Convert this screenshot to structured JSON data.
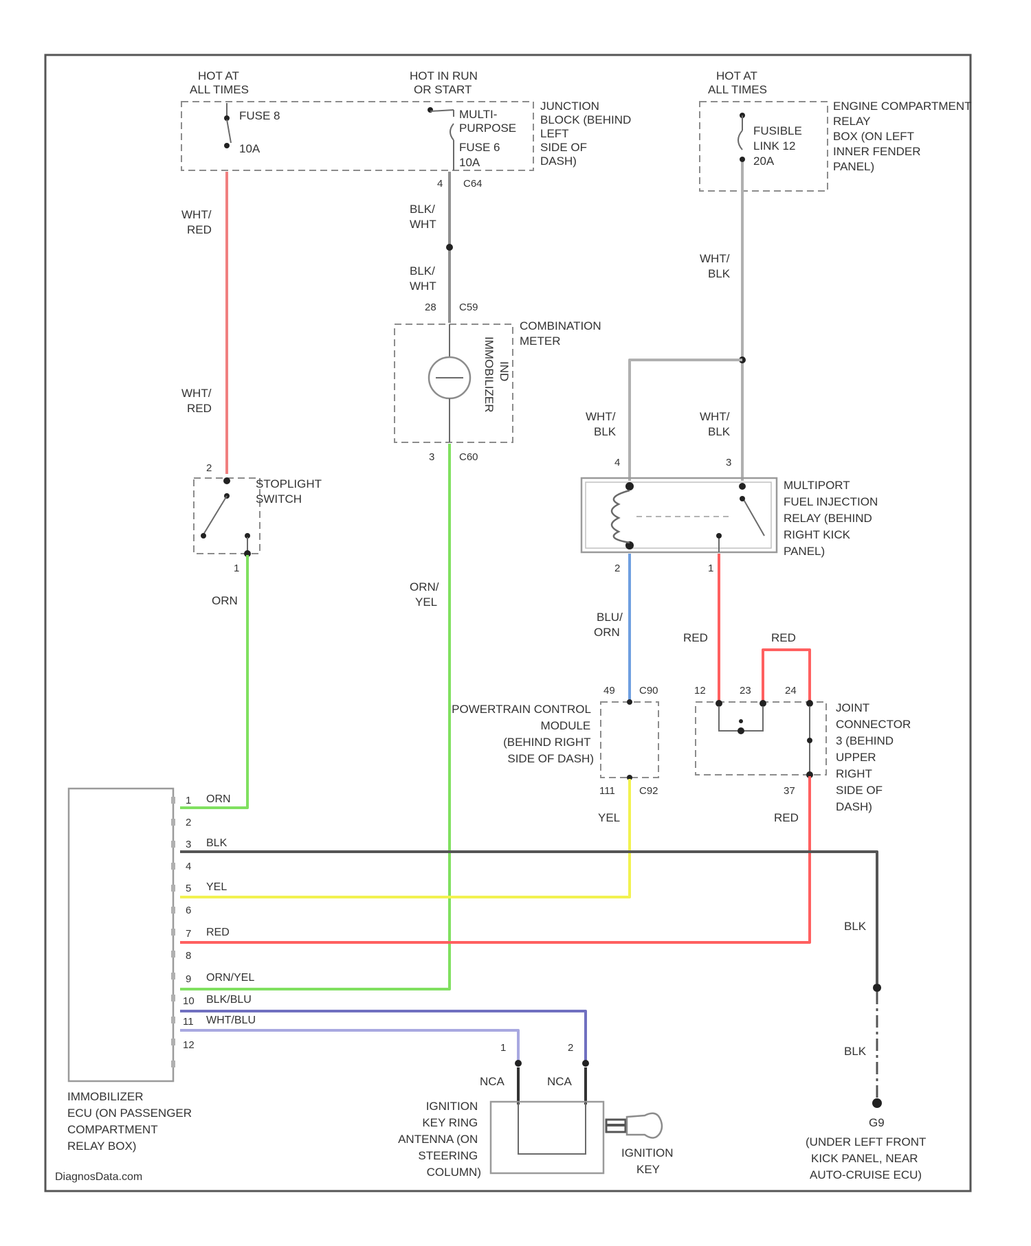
{
  "colors": {
    "red": "#ff6060",
    "pink_red": "#f08080",
    "green": "#80e060",
    "blue": "#6f9fe0",
    "yellow": "#f2f250",
    "black": "#555555",
    "gray": "#b0b0b0",
    "violet": "#7070c0",
    "light_violet": "#a8a8e0"
  },
  "labels": {
    "hot_left": [
      "HOT AT",
      "ALL TIMES"
    ],
    "hot_mid": [
      "HOT IN RUN",
      "OR START"
    ],
    "hot_right": [
      "HOT AT",
      "ALL TIMES"
    ],
    "fuse8": "FUSE 8",
    "fuse8_amp": "10A",
    "multi_purpose": [
      "MULTI-",
      "PURPOSE"
    ],
    "fuse6": "FUSE 6",
    "fuse6_amp": "10A",
    "junction_block": [
      "JUNCTION",
      "BLOCK (BEHIND",
      "LEFT",
      "SIDE OF",
      "DASH)"
    ],
    "c_hot_pin": "4",
    "c_hot_conn": "C64",
    "fusible_link": [
      "FUSIBLE",
      "LINK 12",
      "20A"
    ],
    "engine_relay_box": [
      "ENGINE COMPARTMENT",
      "RELAY",
      "BOX (ON LEFT",
      "INNER FENDER",
      "PANEL)"
    ],
    "wire_wht_red_1": [
      "WHT/",
      "RED"
    ],
    "wire_wht_red_2": [
      "WHT/",
      "RED"
    ],
    "wire_blk_wht_1": [
      "BLK/",
      "WHT"
    ],
    "wire_blk_wht_2": [
      "BLK/",
      "WHT"
    ],
    "wire_wht_blk_1": [
      "WHT/",
      "BLK"
    ],
    "wire_wht_blk_2": [
      "WHT/",
      "BLK"
    ],
    "wire_wht_blk_3": [
      "WHT/",
      "BLK"
    ],
    "meter_pin_top": "28",
    "meter_conn_top": "C59",
    "meter_pin_bot": "3",
    "meter_conn_bot": "C60",
    "combination_meter": [
      "COMBINATION",
      "METER"
    ],
    "immobilizer_ind": [
      "IMMOBILIZER",
      "IND"
    ],
    "stoplight_switch": [
      "STOPLIGHT",
      "SWITCH"
    ],
    "stop_pin_top": "2",
    "stop_pin_bot": "1",
    "wire_orn": "ORN",
    "wire_orn_yel": [
      "ORN/",
      "YEL"
    ],
    "relay_pin4": "4",
    "relay_pin3": "3",
    "relay_pin2": "2",
    "relay_pin1": "1",
    "mfi_relay": [
      "MULTIPORT",
      "FUEL INJECTION",
      "RELAY (BEHIND",
      "RIGHT KICK",
      "PANEL)"
    ],
    "wire_blu_orn": [
      "BLU/",
      "ORN"
    ],
    "wire_red_1": "RED",
    "wire_red_2": "RED",
    "wire_red_3": "RED",
    "pcm_pin_top": "49",
    "pcm_conn_top": "C90",
    "pcm_pin_bot": "111",
    "pcm_conn_bot": "C92",
    "pcm": [
      "POWERTRAIN CONTROL",
      "MODULE",
      "(BEHIND RIGHT",
      "SIDE OF DASH)"
    ],
    "wire_yel": "YEL",
    "jc_pin12": "12",
    "jc_pin23": "23",
    "jc_pin24": "24",
    "jc_pin37": "37",
    "joint_connector": [
      "JOINT",
      "CONNECTOR",
      "3 (BEHIND",
      "UPPER",
      "RIGHT",
      "SIDE OF",
      "DASH)"
    ],
    "wire_blk_1": "BLK",
    "wire_blk_2": "BLK",
    "ground_name": "G9",
    "ground_location": [
      "(UNDER LEFT FRONT",
      "KICK PANEL, NEAR",
      "AUTO-CRUISE ECU)"
    ],
    "immobilizer_ecu": [
      "IMMOBILIZER",
      "ECU (ON PASSENGER",
      "COMPARTMENT",
      "RELAY BOX)"
    ],
    "ecu_pins": [
      "1",
      "2",
      "3",
      "4",
      "5",
      "6",
      "7",
      "8",
      "9",
      "10",
      "11",
      "12"
    ],
    "ecu_wire_labels": {
      "p1": "ORN",
      "p3": "BLK",
      "p5": "YEL",
      "p7": "RED",
      "p9": "ORN/YEL",
      "p10": "BLK/BLU",
      "p11": "WHT/BLU"
    },
    "ant_pin1": "1",
    "ant_pin2": "2",
    "nca_1": "NCA",
    "nca_2": "NCA",
    "ignition_antenna": [
      "IGNITION",
      "KEY RING",
      "ANTENNA (ON",
      "STEERING",
      "COLUMN)"
    ],
    "ignition_key": [
      "IGNITION",
      "KEY"
    ],
    "watermark": "DiagnosData.com"
  }
}
